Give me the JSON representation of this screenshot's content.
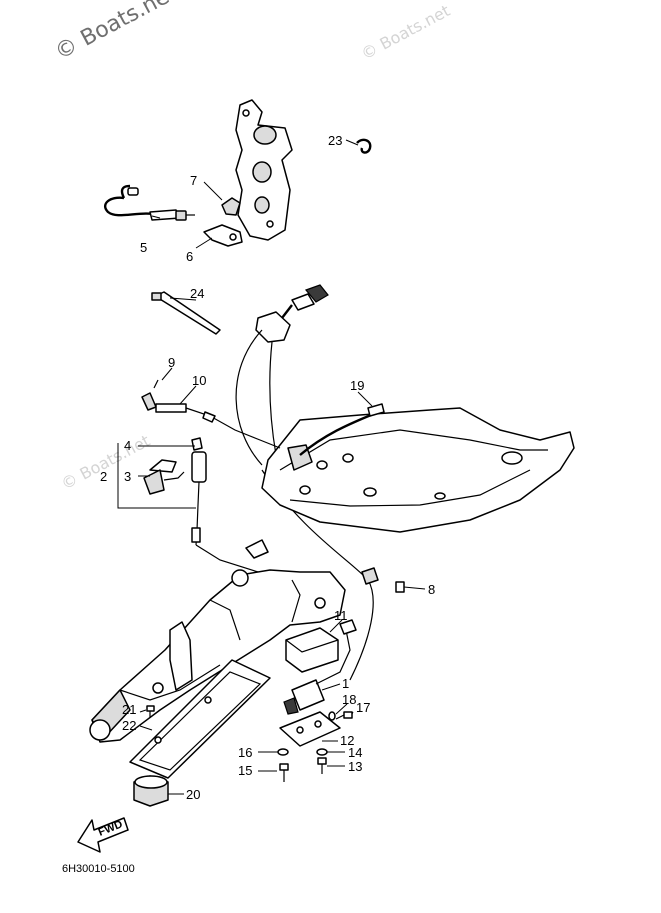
{
  "watermarks": {
    "main": "© Boats.net",
    "faint": "© Boats.net"
  },
  "callouts": {
    "c1": "1",
    "c2": "2",
    "c3": "3",
    "c4": "4",
    "c5": "5",
    "c6": "6",
    "c7": "7",
    "c8": "8",
    "c9": "9",
    "c10": "10",
    "c11": "11",
    "c12": "12",
    "c13": "13",
    "c14": "14",
    "c15": "15",
    "c16": "16",
    "c17": "17",
    "c18": "18",
    "c19": "19",
    "c20": "20",
    "c21": "21",
    "c22": "22",
    "c23": "23",
    "c24": "24"
  },
  "fwd_label": "FWD",
  "diagram_code": "6H30010-5100",
  "colors": {
    "ink": "#000000",
    "shade": "#dcdcdc",
    "watermark": "#6f6f6f"
  }
}
